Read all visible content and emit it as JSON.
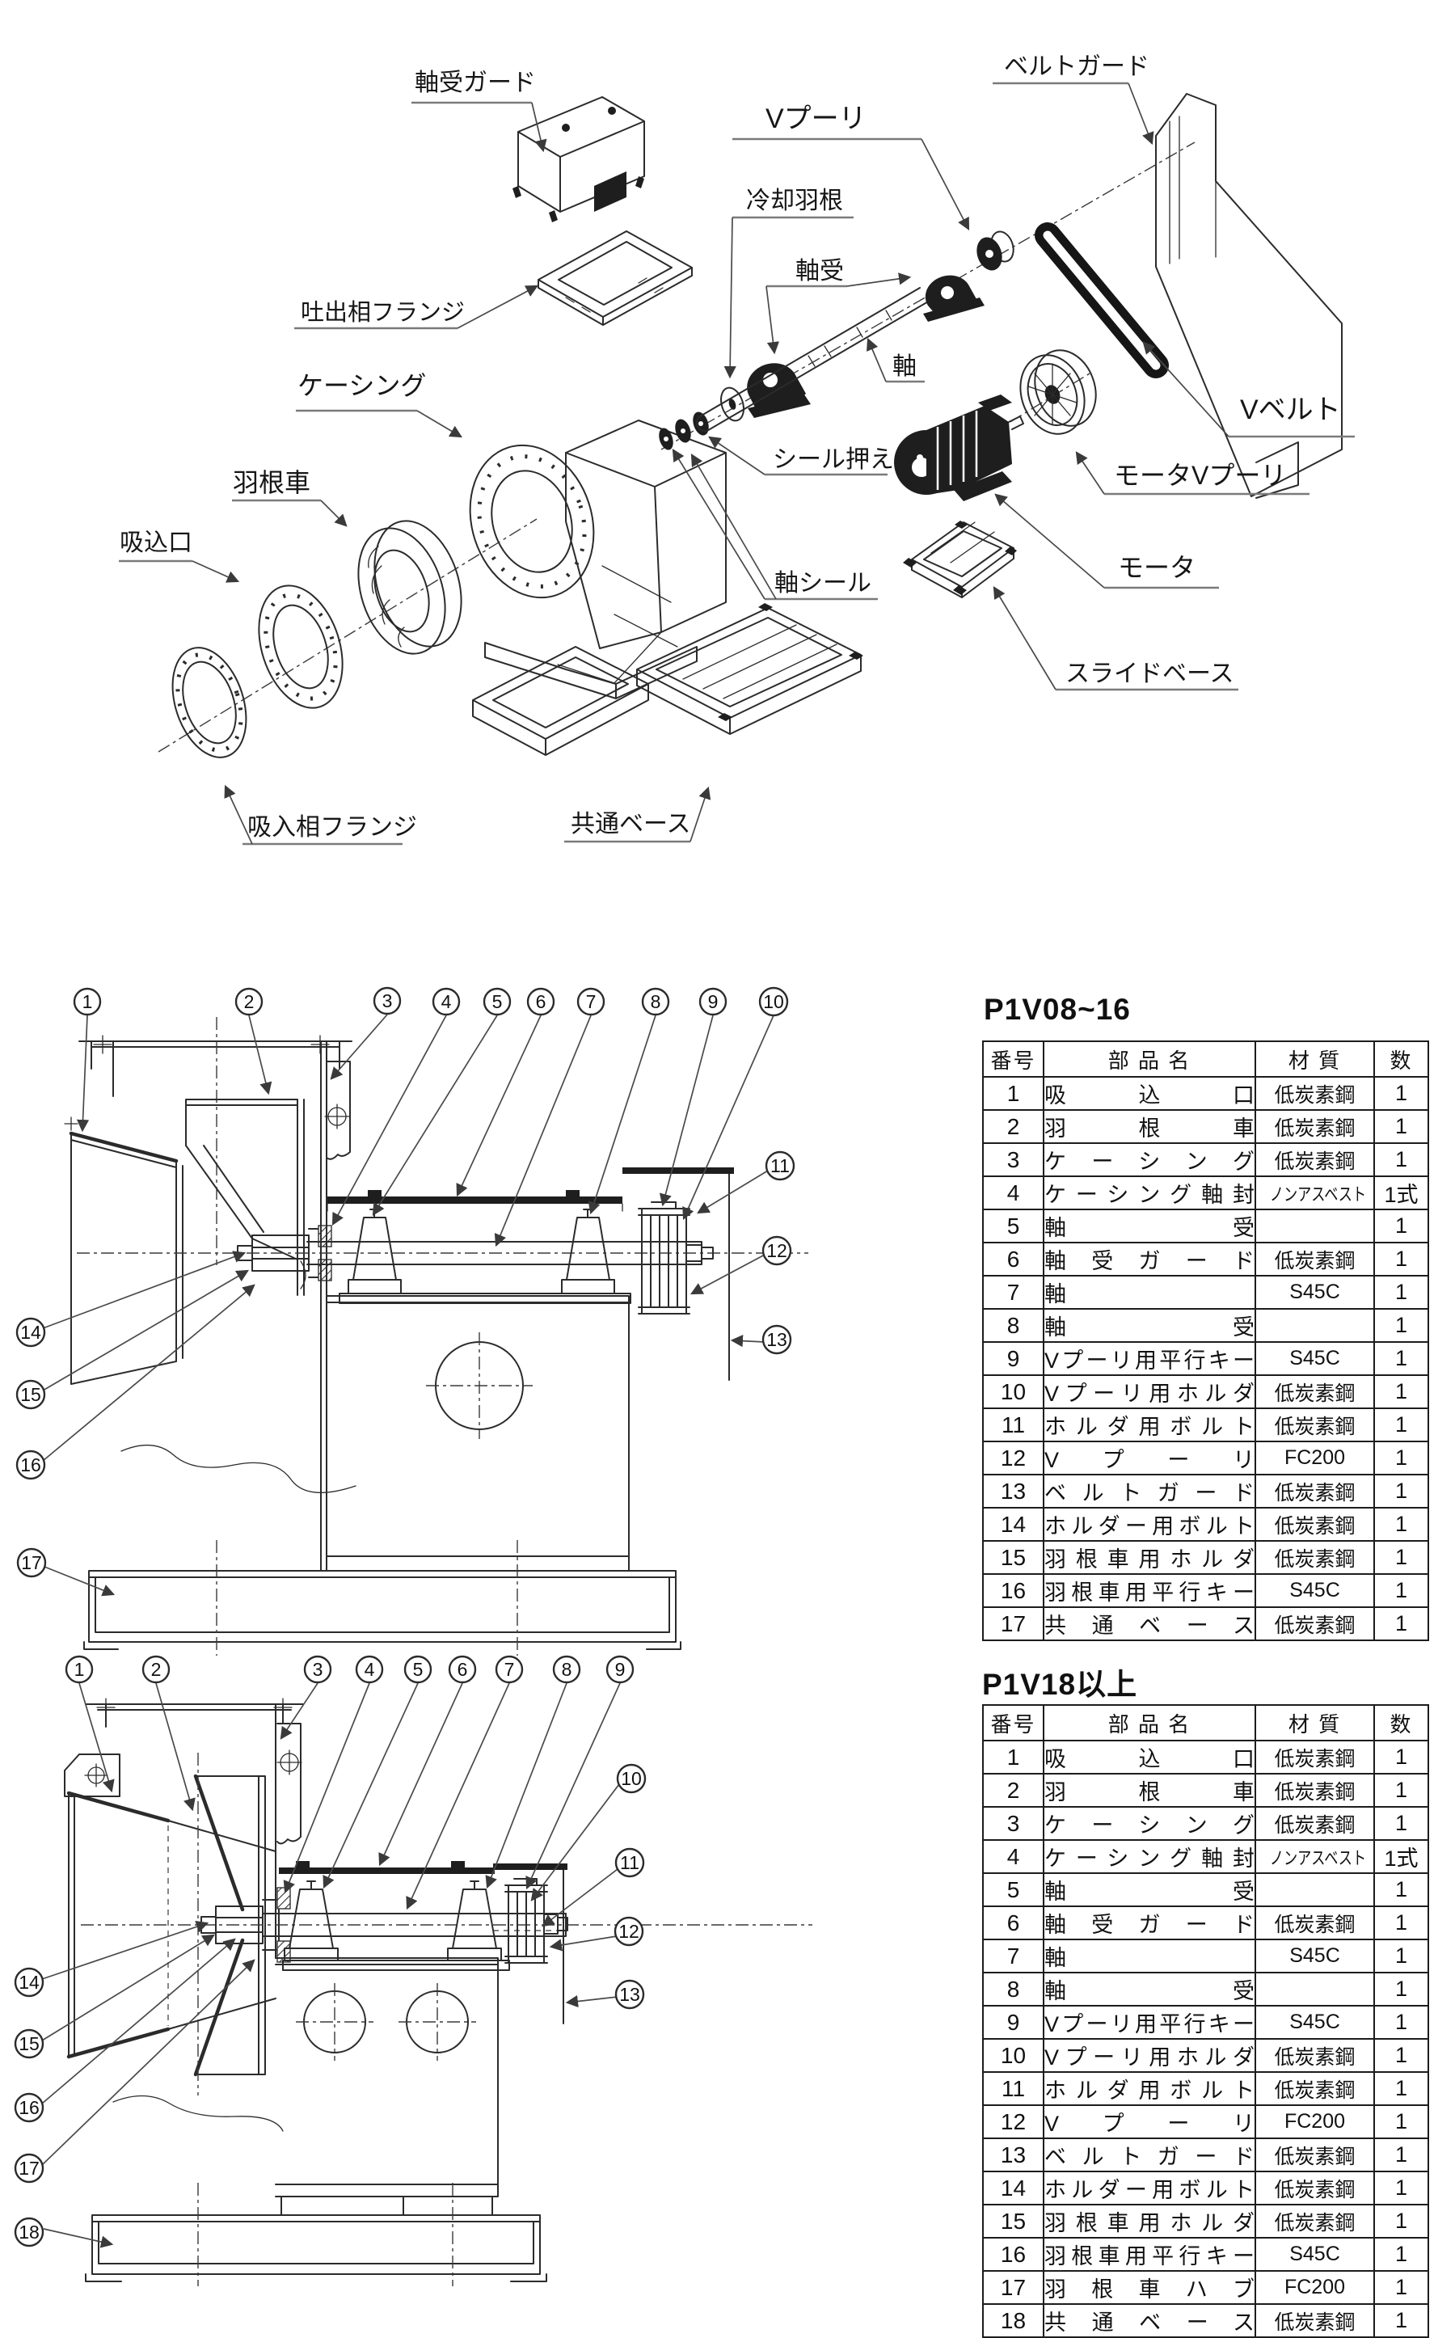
{
  "exploded": {
    "labels": {
      "bearing_guard": "軸受ガード",
      "v_pulley": "Vプーリ",
      "belt_guard": "ベルトガード",
      "cooling_fan": "冷却羽根",
      "bearing": "軸受",
      "discharge_flange": "吐出相フランジ",
      "shaft": "軸",
      "casing": "ケーシング",
      "seal_holder": "シール押え",
      "v_belt": "Vベルト",
      "impeller": "羽根車",
      "motor_v_pulley": "モータVプーリ",
      "suction_mouth": "吸込口",
      "shaft_seal": "軸シール",
      "motor": "モータ",
      "slide_base": "スライドベース",
      "suction_flange": "吸入相フランジ",
      "common_base": "共通ベース"
    }
  },
  "sections": [
    {
      "title": "P1V08~16",
      "columns": {
        "no": "番号",
        "name": "部 品 名",
        "material": "材 質",
        "qty": "数"
      },
      "rows": [
        {
          "no": "1",
          "name": "吸込口",
          "material": "低炭素鋼",
          "qty": "1"
        },
        {
          "no": "2",
          "name": "羽根車",
          "material": "低炭素鋼",
          "qty": "1"
        },
        {
          "no": "3",
          "name": "ケーシング",
          "material": "低炭素鋼",
          "qty": "1"
        },
        {
          "no": "4",
          "name": "ケーシング軸封",
          "material": "ノンアスベスト",
          "qty": "1式"
        },
        {
          "no": "5",
          "name": "軸受",
          "material": "",
          "qty": "1"
        },
        {
          "no": "6",
          "name": "軸受ガード",
          "material": "低炭素鋼",
          "qty": "1"
        },
        {
          "no": "7",
          "name": "軸",
          "material": "S45C",
          "qty": "1"
        },
        {
          "no": "8",
          "name": "軸受",
          "material": "",
          "qty": "1"
        },
        {
          "no": "9",
          "name": "Vプーリ用平行キー",
          "material": "S45C",
          "qty": "1"
        },
        {
          "no": "10",
          "name": "Vプーリ用ホルダ",
          "material": "低炭素鋼",
          "qty": "1"
        },
        {
          "no": "11",
          "name": "ホルダ用ボルト",
          "material": "低炭素鋼",
          "qty": "1"
        },
        {
          "no": "12",
          "name": "Vプーリ",
          "material": "FC200",
          "qty": "1"
        },
        {
          "no": "13",
          "name": "ベルトガード",
          "material": "低炭素鋼",
          "qty": "1"
        },
        {
          "no": "14",
          "name": "ホルダー用ボルト",
          "material": "低炭素鋼",
          "qty": "1"
        },
        {
          "no": "15",
          "name": "羽根車用ホルダ",
          "material": "低炭素鋼",
          "qty": "1"
        },
        {
          "no": "16",
          "name": "羽根車用平行キー",
          "material": "S45C",
          "qty": "1"
        },
        {
          "no": "17",
          "name": "共通ベース",
          "material": "低炭素鋼",
          "qty": "1"
        }
      ]
    },
    {
      "title": "P1V18以上",
      "columns": {
        "no": "番号",
        "name": "部 品 名",
        "material": "材 質",
        "qty": "数"
      },
      "rows": [
        {
          "no": "1",
          "name": "吸込口",
          "material": "低炭素鋼",
          "qty": "1"
        },
        {
          "no": "2",
          "name": "羽根車",
          "material": "低炭素鋼",
          "qty": "1"
        },
        {
          "no": "3",
          "name": "ケーシング",
          "material": "低炭素鋼",
          "qty": "1"
        },
        {
          "no": "4",
          "name": "ケーシング軸封",
          "material": "ノンアスベスト",
          "qty": "1式"
        },
        {
          "no": "5",
          "name": "軸受",
          "material": "",
          "qty": "1"
        },
        {
          "no": "6",
          "name": "軸受ガード",
          "material": "低炭素鋼",
          "qty": "1"
        },
        {
          "no": "7",
          "name": "軸",
          "material": "S45C",
          "qty": "1"
        },
        {
          "no": "8",
          "name": "軸受",
          "material": "",
          "qty": "1"
        },
        {
          "no": "9",
          "name": "Vプーリ用平行キー",
          "material": "S45C",
          "qty": "1"
        },
        {
          "no": "10",
          "name": "Vプーリ用ホルダ",
          "material": "低炭素鋼",
          "qty": "1"
        },
        {
          "no": "11",
          "name": "ホルダ用ボルト",
          "material": "低炭素鋼",
          "qty": "1"
        },
        {
          "no": "12",
          "name": "Vプーリ",
          "material": "FC200",
          "qty": "1"
        },
        {
          "no": "13",
          "name": "ベルトガード",
          "material": "低炭素鋼",
          "qty": "1"
        },
        {
          "no": "14",
          "name": "ホルダー用ボルト",
          "material": "低炭素鋼",
          "qty": "1"
        },
        {
          "no": "15",
          "name": "羽根車用ホルダ",
          "material": "低炭素鋼",
          "qty": "1"
        },
        {
          "no": "16",
          "name": "羽根車用平行キー",
          "material": "S45C",
          "qty": "1"
        },
        {
          "no": "17",
          "name": "羽根車ハブ",
          "material": "FC200",
          "qty": "1"
        },
        {
          "no": "18",
          "name": "共通ベース",
          "material": "低炭素鋼",
          "qty": "1"
        }
      ]
    }
  ]
}
